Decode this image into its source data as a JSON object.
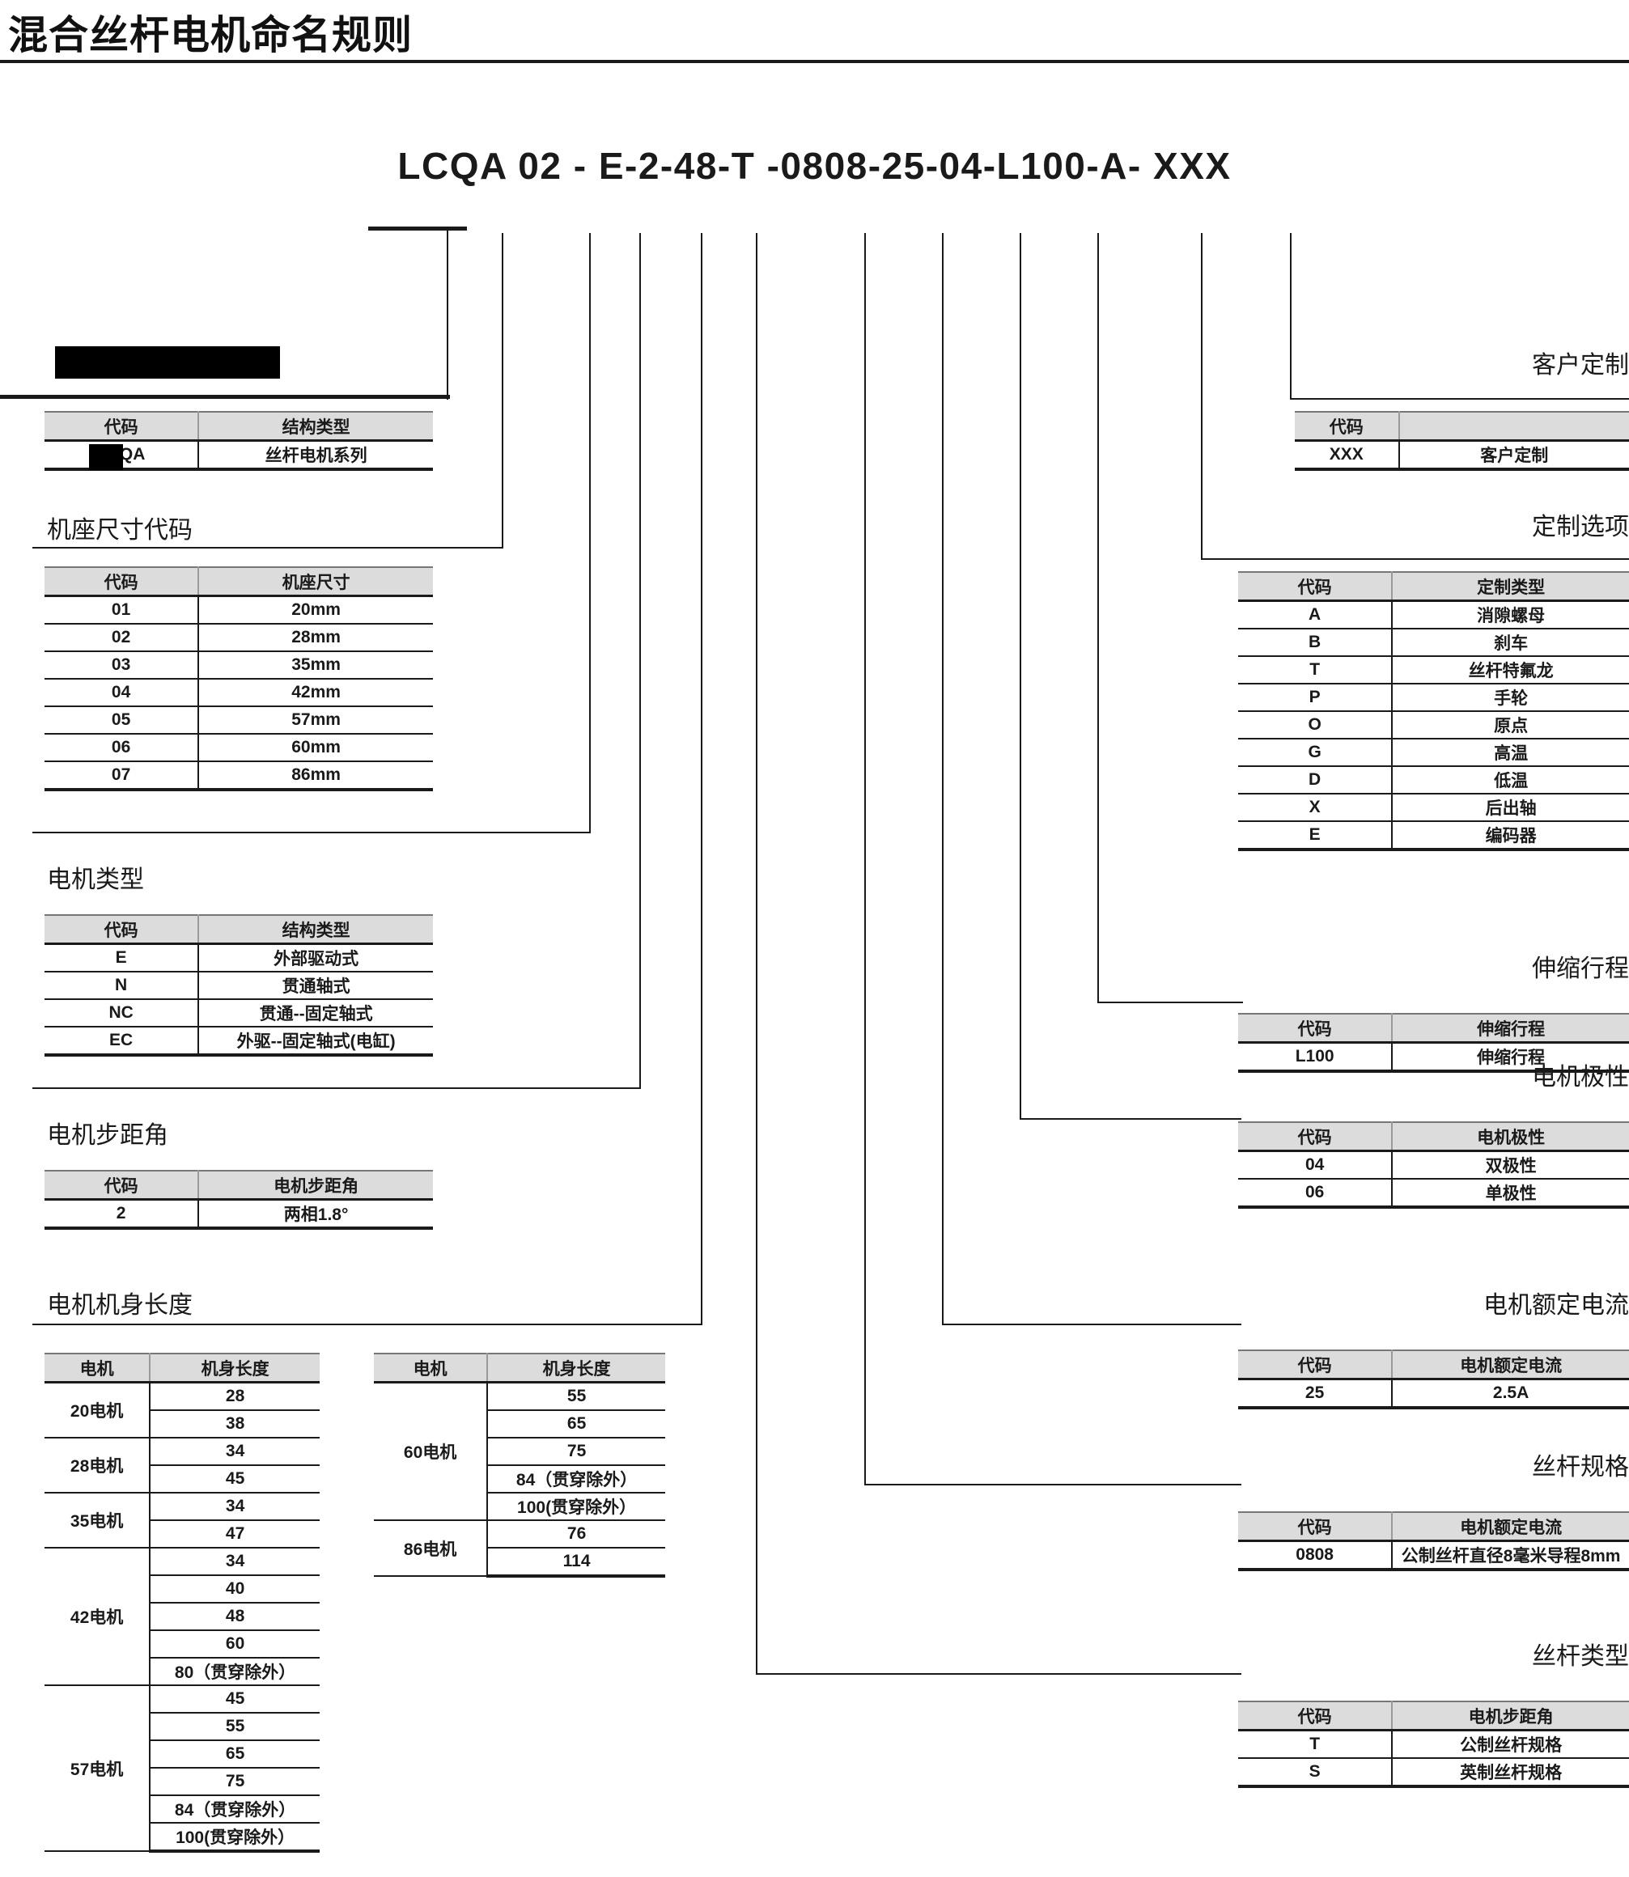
{
  "title": "混合丝杆电机命名规则",
  "part_number": "LCQA 02 - E-2-48-T -0808-25-04-L100-A- XXX",
  "common": {
    "code_header": "代码"
  },
  "sections": {
    "series": {
      "heading": "",
      "headers": [
        "代码",
        "结构类型"
      ],
      "rows": [
        [
          "LCQA",
          "丝杆电机系列"
        ]
      ]
    },
    "frame_size": {
      "heading": "机座尺寸代码",
      "headers": [
        "代码",
        "机座尺寸"
      ],
      "rows": [
        [
          "01",
          "20mm"
        ],
        [
          "02",
          "28mm"
        ],
        [
          "03",
          "35mm"
        ],
        [
          "04",
          "42mm"
        ],
        [
          "05",
          "57mm"
        ],
        [
          "06",
          "60mm"
        ],
        [
          "07",
          "86mm"
        ]
      ]
    },
    "motor_type": {
      "heading": "电机类型",
      "headers": [
        "代码",
        "结构类型"
      ],
      "rows": [
        [
          "E",
          "外部驱动式"
        ],
        [
          "N",
          "贯通轴式"
        ],
        [
          "NC",
          "贯通--固定轴式"
        ],
        [
          "EC",
          "外驱--固定轴式(电缸)"
        ]
      ]
    },
    "step_angle": {
      "heading": "电机步距角",
      "headers": [
        "代码",
        "电机步距角"
      ],
      "rows": [
        [
          "2",
          "两相1.8°"
        ]
      ]
    },
    "body_length": {
      "heading": "电机机身长度",
      "headers": [
        "电机",
        "机身长度"
      ],
      "table_left": [
        {
          "motor": "20电机",
          "lengths": [
            "28",
            "38"
          ]
        },
        {
          "motor": "28电机",
          "lengths": [
            "34",
            "45"
          ]
        },
        {
          "motor": "35电机",
          "lengths": [
            "34",
            "47"
          ]
        },
        {
          "motor": "42电机",
          "lengths": [
            "34",
            "40",
            "48",
            "60",
            "80（贯穿除外）"
          ]
        },
        {
          "motor": "57电机",
          "lengths": [
            "45",
            "55",
            "65",
            "75",
            "84（贯穿除外）",
            "100(贯穿除外）"
          ]
        }
      ],
      "table_right": [
        {
          "motor": "60电机",
          "lengths": [
            "55",
            "65",
            "75",
            "84（贯穿除外）",
            "100(贯穿除外）"
          ]
        },
        {
          "motor": "86电机",
          "lengths": [
            "76",
            "114"
          ]
        }
      ]
    },
    "customer_custom": {
      "heading": "客户定制",
      "headers": [
        "代码",
        ""
      ],
      "rows": [
        [
          "XXX",
          "客户定制"
        ]
      ]
    },
    "custom_options": {
      "heading": "定制选项",
      "headers": [
        "代码",
        "定制类型"
      ],
      "rows": [
        [
          "A",
          "消隙螺母"
        ],
        [
          "B",
          "刹车"
        ],
        [
          "T",
          "丝杆特氟龙"
        ],
        [
          "P",
          "手轮"
        ],
        [
          "O",
          "原点"
        ],
        [
          "G",
          "高温"
        ],
        [
          "D",
          "低温"
        ],
        [
          "X",
          "后出轴"
        ],
        [
          "E",
          "编码器"
        ]
      ]
    },
    "stroke": {
      "heading": "伸缩行程",
      "headers": [
        "代码",
        "伸缩行程"
      ],
      "rows": [
        [
          "L100",
          "伸缩行程"
        ]
      ]
    },
    "polarity": {
      "heading": "电机极性",
      "headers": [
        "代码",
        "电机极性"
      ],
      "rows": [
        [
          "04",
          "双极性"
        ],
        [
          "06",
          "单极性"
        ]
      ]
    },
    "rated_current": {
      "heading": "电机额定电流",
      "headers": [
        "代码",
        "电机额定电流"
      ],
      "rows": [
        [
          "25",
          "2.5A"
        ]
      ]
    },
    "screw_spec": {
      "heading": "丝杆规格",
      "headers": [
        "代码",
        "电机额定电流"
      ],
      "rows": [
        [
          "0808",
          "公制丝杆直径8毫米导程8mm"
        ]
      ]
    },
    "screw_type": {
      "heading": "丝杆类型",
      "headers": [
        "代码",
        "电机步距角"
      ],
      "rows": [
        [
          "T",
          "公制丝杆规格"
        ],
        [
          "S",
          "英制丝杆规格"
        ]
      ]
    }
  }
}
